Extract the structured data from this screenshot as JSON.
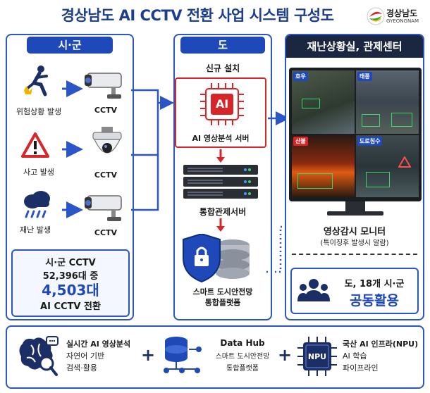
{
  "title": "경상남도 AI CCTV 전환 사업 시스템 구성도",
  "logo": {
    "text_ko": "경상남도",
    "text_en": "GYEONGNAM"
  },
  "left": {
    "header": "시·군",
    "rows": [
      {
        "label": "위험상황 발생",
        "cctv": "CCTV"
      },
      {
        "label": "사고 발생",
        "cctv": "CCTV"
      },
      {
        "label": "재난 발생",
        "cctv": "CCTV"
      }
    ],
    "stat": {
      "line1": "시·군 CCTV",
      "line2": "52,396대 중",
      "highlight": "4,503대",
      "line4": "AI CCTV 전환"
    }
  },
  "middle": {
    "header": "도",
    "new_install": "신규 설치",
    "ai_chip": "AI",
    "ai_server": "AI 영상분석 서버",
    "control_server": "통합관제서버",
    "platform_line1": "스마트 도시안전망",
    "platform_line2": "통합플랫폼"
  },
  "right": {
    "header": "재난상황실, 관제센터",
    "screens": [
      {
        "tag": "호우",
        "tag_color": "#1f49b8"
      },
      {
        "tag": "태풍",
        "tag_color": "#1f49b8"
      },
      {
        "tag": "산불",
        "tag_color": "#d7262a"
      },
      {
        "tag": "도로침수",
        "tag_color": "#1f49b8"
      }
    ],
    "monitor_title": "영상감시 모니터",
    "monitor_sub": "(특이징후 발생시 알람)",
    "coop_line1": "도, 18개 시·군",
    "coop_line2": "공동활용"
  },
  "bottom": {
    "items": [
      {
        "line1": "실시간 AI 영상분석",
        "line2": "자연어 기반",
        "line3": "검색·활용"
      },
      {
        "line1": "Data Hub",
        "line2": "스마트 도시안전망",
        "line3": "통합플랫폼"
      },
      {
        "line1": "국산 AI 인프라(NPU)",
        "line2": "AI 학습",
        "line3": "파이프라인"
      }
    ],
    "plus": "+",
    "npu": "NPU"
  },
  "colors": {
    "primary": "#1f49b8",
    "accent_red": "#d7262a",
    "dark": "#1a1d22"
  }
}
